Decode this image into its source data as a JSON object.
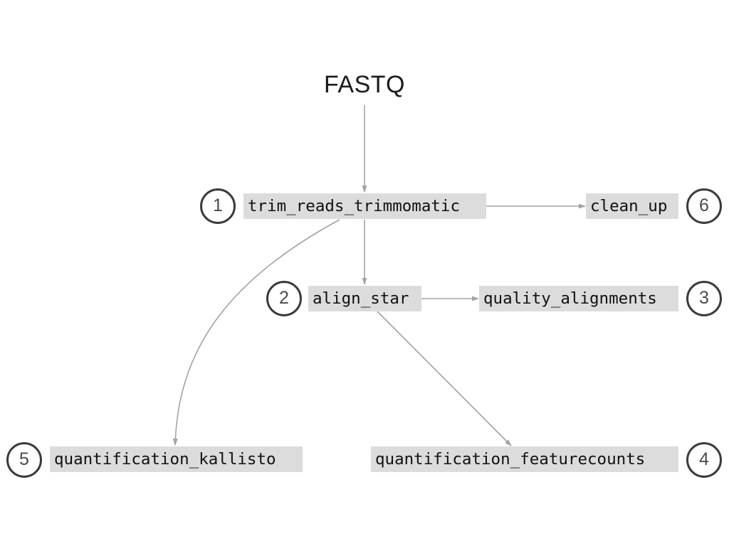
{
  "diagram": {
    "input_label": "FASTQ",
    "steps": {
      "trim": {
        "label": "trim_reads_trimmomatic",
        "number": "1"
      },
      "align": {
        "label": "align_star",
        "number": "2"
      },
      "quality": {
        "label": "quality_alignments",
        "number": "3"
      },
      "featurecounts": {
        "label": "quantification_featurecounts",
        "number": "4"
      },
      "kallisto": {
        "label": "quantification_kallisto",
        "number": "5"
      },
      "cleanup": {
        "label": "clean_up",
        "number": "6"
      }
    },
    "edges": [
      {
        "from": "input",
        "to": "trim"
      },
      {
        "from": "trim",
        "to": "cleanup"
      },
      {
        "from": "trim",
        "to": "align"
      },
      {
        "from": "trim",
        "to": "kallisto"
      },
      {
        "from": "align",
        "to": "quality"
      },
      {
        "from": "align",
        "to": "featurecounts"
      }
    ],
    "colors": {
      "edge": "#a3a3a3",
      "node_fill": "#dcdcdc",
      "badge_border": "#3b3b3b"
    }
  }
}
